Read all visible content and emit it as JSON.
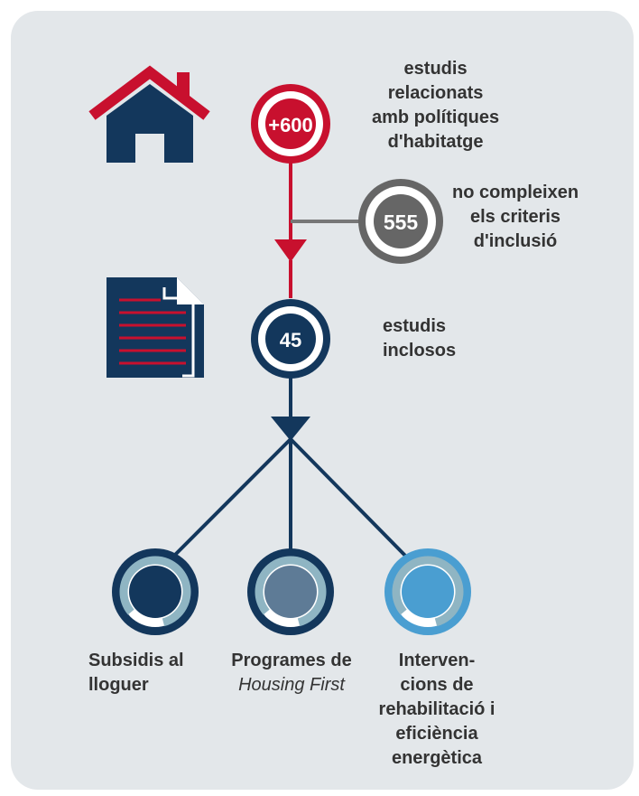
{
  "colors": {
    "red": "#c8102e",
    "navy": "#13375c",
    "gray": "#666666",
    "panel": "#e3e7ea",
    "teal_ring": "#8fb5c3",
    "slate": "#5e7b96",
    "blue_light": "#4a9ed1"
  },
  "steps": {
    "found": {
      "value": "+600",
      "text": "estudis relacionats amb polítiques d'habitatge",
      "lines": [
        "estudis",
        "relacionats",
        "amb polítiques",
        "d'habitatge"
      ]
    },
    "excluded": {
      "value": "555",
      "text": "no compleixen els criteris d'inclusió",
      "lines": [
        "no compleixen",
        "els criteris",
        "d'inclusió"
      ]
    },
    "included": {
      "value": "45",
      "text": "estudis inclosos",
      "lines": [
        "estudis",
        "inclosos"
      ]
    }
  },
  "categories": [
    {
      "lines": [
        "Subsidis al",
        "lloguer"
      ]
    },
    {
      "lines": [
        "Programes de"
      ],
      "italic": "Housing First"
    },
    {
      "lines": [
        "Interven-",
        "cions de",
        "rehabilitació i",
        "eficiència",
        "energètica"
      ]
    }
  ],
  "icons": [
    "house-icon",
    "document-icon"
  ]
}
